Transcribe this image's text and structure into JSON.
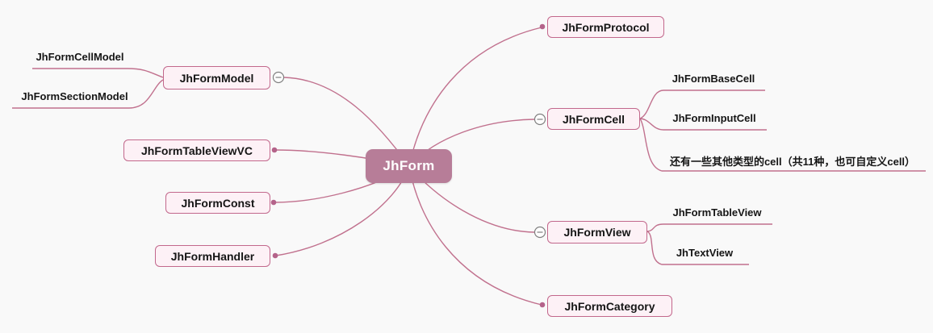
{
  "colors": {
    "background": "#f9f9f9",
    "line": "#c1718e",
    "root_fill": "#b77d98",
    "root_text": "#ffffff",
    "node_fill": "#fdf1f6",
    "node_border": "#c2688c",
    "node_text": "#151515",
    "collapse_stroke": "#7f7f7f",
    "dot_fill": "#b4638a"
  },
  "root": {
    "label": "JhForm"
  },
  "left": [
    {
      "label": "JhFormModel",
      "children": [
        {
          "label": "JhFormCellModel"
        },
        {
          "label": "JhFormSectionModel"
        }
      ]
    },
    {
      "label": "JhFormTableViewVC"
    },
    {
      "label": "JhFormConst"
    },
    {
      "label": "JhFormHandler"
    }
  ],
  "right": [
    {
      "label": "JhFormProtocol"
    },
    {
      "label": "JhFormCell",
      "children": [
        {
          "label": "JhFormBaseCell"
        },
        {
          "label": "JhFormInputCell"
        },
        {
          "label": "还有一些其他类型的cell（共11种，也可自定义cell）"
        }
      ]
    },
    {
      "label": "JhFormView",
      "children": [
        {
          "label": "JhFormTableView"
        },
        {
          "label": "JhTextView"
        }
      ]
    },
    {
      "label": "JhFormCategory"
    }
  ]
}
